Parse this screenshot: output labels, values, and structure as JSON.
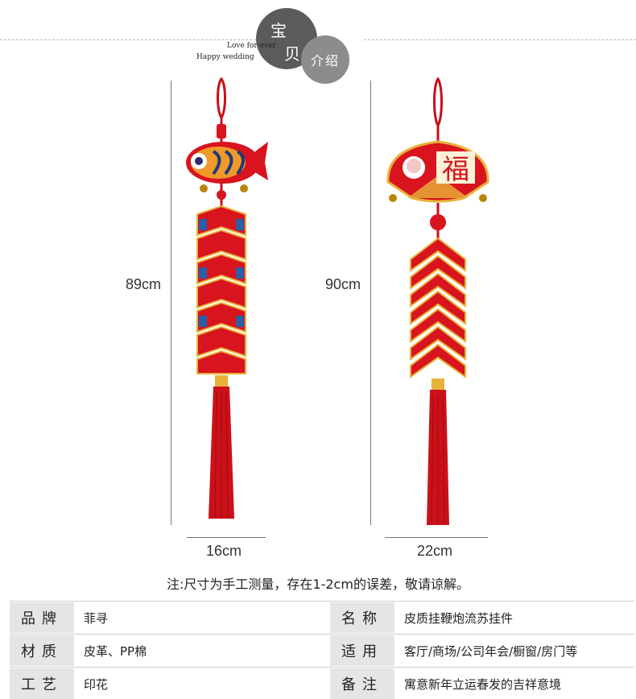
{
  "header": {
    "title_char1": "宝",
    "title_char2": "贝",
    "subtitle": "介绍",
    "tagline1": "Love for ever",
    "tagline2": "Happy wedding"
  },
  "product_left": {
    "height": "89cm",
    "width": "16cm"
  },
  "product_right": {
    "height": "90cm",
    "width": "22cm"
  },
  "note": "注:尺寸为手工测量，存在1-2cm的误差，敬请谅解。",
  "specs": [
    {
      "label": "品牌",
      "value": "菲寻",
      "label2": "名称",
      "value2": "皮质挂鞭炮流苏挂件"
    },
    {
      "label": "材质",
      "value": "皮革、PP棉",
      "label2": "适用",
      "value2": "客厅/商场/公司年会/橱窗/房门等"
    },
    {
      "label": "工艺",
      "value": "印花",
      "label2": "备注",
      "value2": "寓意新年立运春发的吉祥意境"
    }
  ],
  "ornament_right_char": "福",
  "colors": {
    "red": "#d8141e",
    "gold": "#e8b23a",
    "dark_circle": "#5b5b5b",
    "light_circle": "#8c8c8c",
    "label_bg": "#e5e5e5"
  }
}
